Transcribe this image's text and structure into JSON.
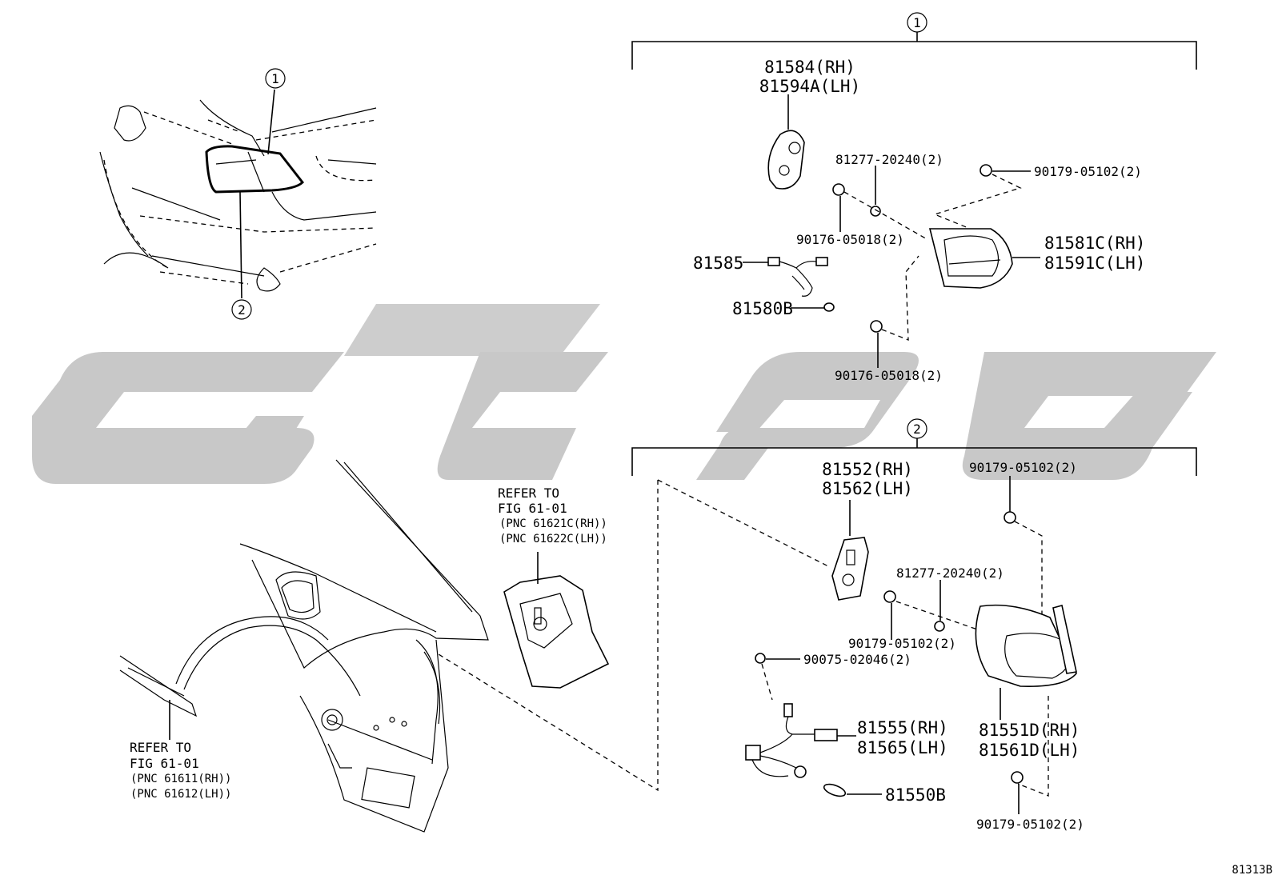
{
  "callouts": {
    "c1": "1",
    "c2": "2"
  },
  "refs": {
    "left": {
      "l1": "REFER TO",
      "l2": "FIG 61-01",
      "l3": "(PNC 61611(RH))",
      "l4": "(PNC 61612(LH))"
    },
    "mid": {
      "l1": "REFER TO",
      "l2": "FIG 61-01",
      "l3": "(PNC 61621C(RH))",
      "l4": "(PNC 61622C(LH))"
    }
  },
  "group1": {
    "p81584": "81584(RH)",
    "p81594A": "81594A(LH)",
    "p81277": "81277-20240(2)",
    "p90179a": "90179-05102(2)",
    "p90176a": "90176-05018(2)",
    "p81581C": "81581C(RH)",
    "p81591C": "81591C(LH)",
    "p81585": "81585",
    "p81580B": "81580B",
    "p90176b": "90176-05018(2)"
  },
  "group2": {
    "p81552": "81552(RH)",
    "p81562": "81562(LH)",
    "p90179a": "90179-05102(2)",
    "p81277": "81277-20240(2)",
    "p90179b": "90179-05102(2)",
    "p90075": "90075-02046(2)",
    "p81555": "81555(RH)",
    "p81565": "81565(LH)",
    "p81551D": "81551D(RH)",
    "p81561D": "81561D(LH)",
    "p81550B": "81550B",
    "p90179c": "90179-05102(2)"
  },
  "figure_id": "81313B"
}
